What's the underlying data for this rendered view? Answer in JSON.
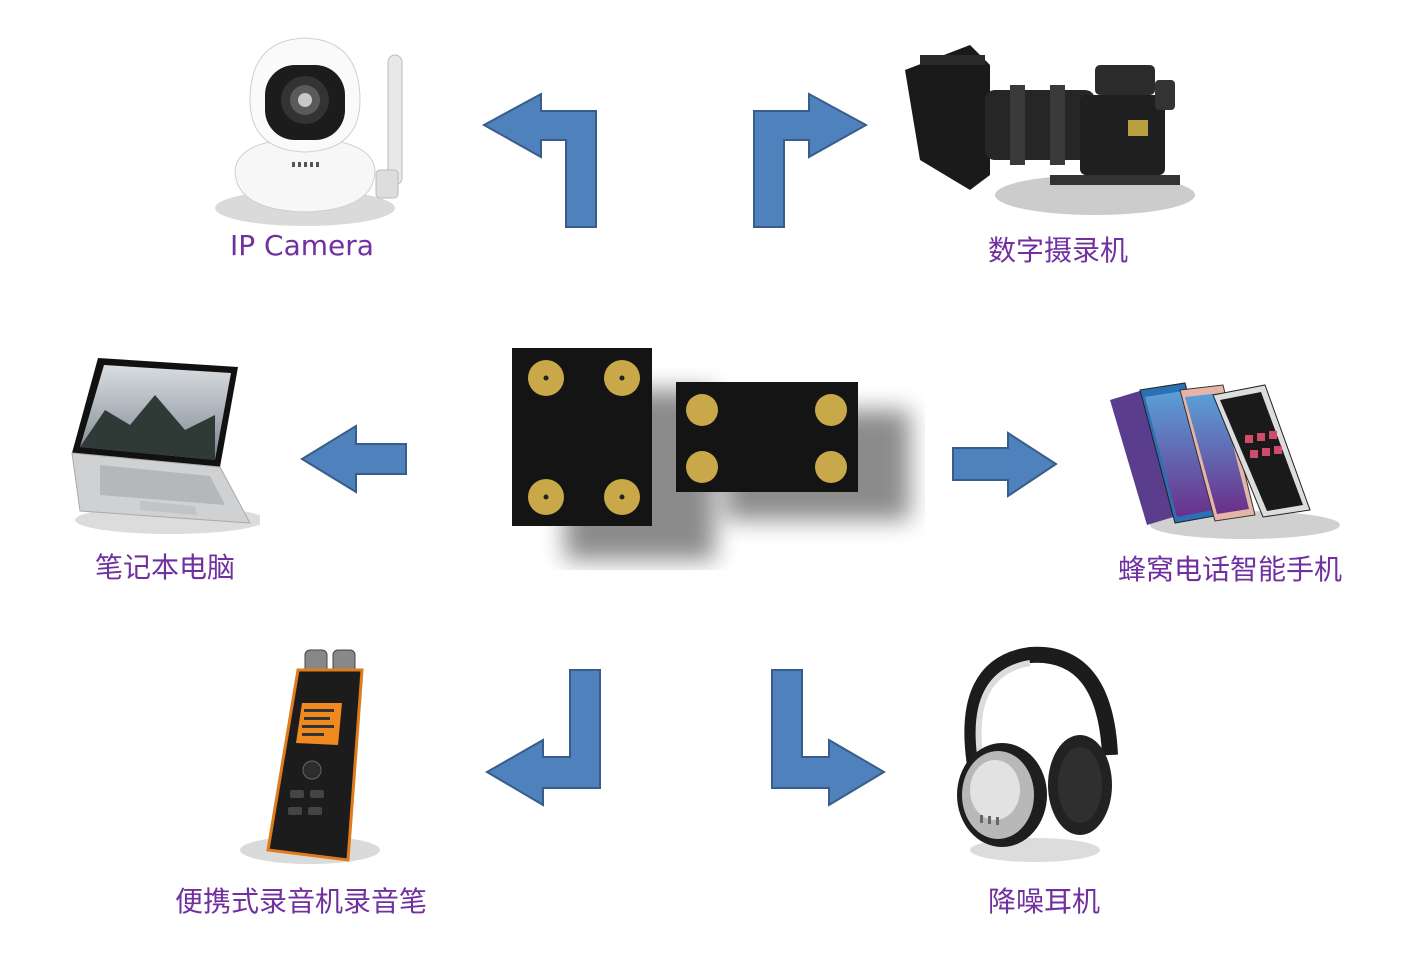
{
  "labels": {
    "ip_camera": "IP Camera",
    "camcorder": "数字摄录机",
    "laptop": "笔记本电脑",
    "smartphone": "蜂窝电话智能手机",
    "recorder": "便携式录音机录音笔",
    "headphones": "降噪耳机"
  },
  "colors": {
    "label_text": "#7030a0",
    "arrow_fill": "#4f81bd",
    "arrow_stroke": "#385d8a",
    "chip_body": "#141414",
    "chip_pad": "#c9a84a"
  },
  "icons": {
    "center": "mems-microphone-chip-icon",
    "top_left": "ip-camera-icon",
    "top_right": "camcorder-icon",
    "middle_left": "laptop-icon",
    "middle_right": "smartphone-icon",
    "bottom_left": "voice-recorder-icon",
    "bottom_right": "headphones-icon"
  }
}
